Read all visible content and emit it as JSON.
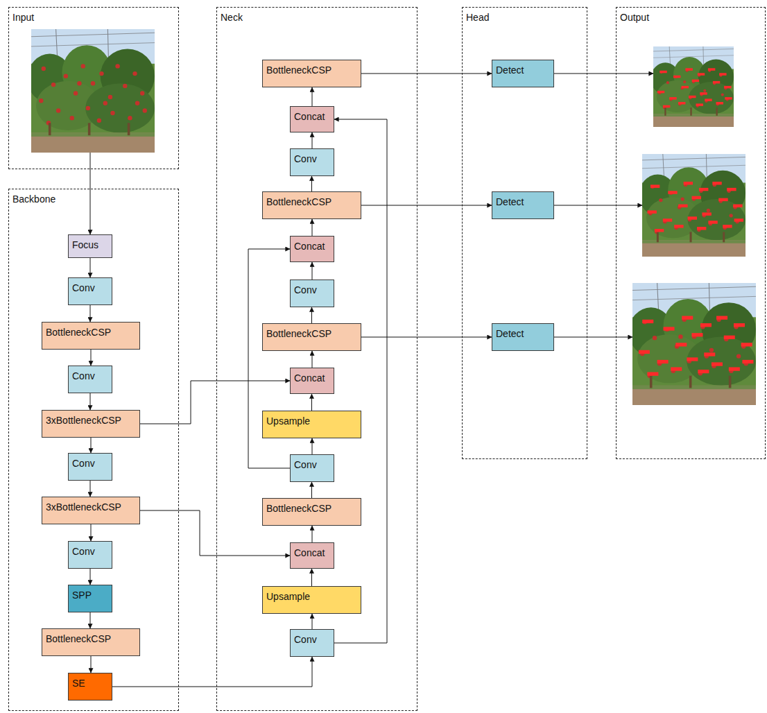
{
  "diagram": {
    "nodes": [
      {
        "text": [
          "Input"
        ]
      },
      {
        "text": [
          "Backbone"
        ]
      },
      {
        "text": [
          "Focus"
        ],
        "in": 1
      },
      {
        "text": [
          "Conv"
        ],
        "in": 1
      },
      {
        "text": [
          "BottleneckCSP"
        ],
        "in": 1
      },
      {
        "text": [
          "Conv"
        ],
        "in": 1
      },
      {
        "text": [
          "3xBottleneckCSP"
        ],
        "in": 1
      },
      {
        "text": [
          "Conv"
        ],
        "in": 1
      },
      {
        "text": [
          "3xBottleneckCSP"
        ],
        "in": 1
      },
      {
        "text": [
          "Conv"
        ],
        "in": 1
      },
      {
        "text": [
          "SPP"
        ],
        "in": 1
      },
      {
        "text": [
          "BottleneckCSP"
        ],
        "in": 1
      },
      {
        "text": [
          "SE"
        ],
        "in": 1
      },
      {
        "text": [
          "Neck"
        ]
      },
      {
        "text": [
          "BottleneckCSP"
        ],
        "in": 13
      },
      {
        "text": [
          "Concat"
        ],
        "in": 13
      },
      {
        "text": [
          "Conv"
        ],
        "in": 13
      },
      {
        "text": [
          "BottleneckCSP"
        ],
        "in": 13
      },
      {
        "text": [
          "Concat"
        ],
        "in": 13
      },
      {
        "text": [
          "Conv"
        ],
        "in": 13
      },
      {
        "text": [
          "BottleneckCSP"
        ],
        "in": 13
      },
      {
        "text": [
          "Concat"
        ],
        "in": 13
      },
      {
        "text": [
          "Upsample"
        ],
        "in": 13
      },
      {
        "text": [
          "Conv"
        ],
        "in": 13
      },
      {
        "text": [
          "BottleneckCSP"
        ],
        "in": 13
      },
      {
        "text": [
          "Concat"
        ],
        "in": 13
      },
      {
        "text": [
          "Upsample"
        ],
        "in": 13
      },
      {
        "text": [
          "Conv"
        ],
        "in": 13
      },
      {
        "text": [
          "Head"
        ]
      },
      {
        "text": [
          "Detect"
        ],
        "in": 28
      },
      {
        "text": [
          "Detect"
        ],
        "in": 28
      },
      {
        "text": [
          "Detect"
        ],
        "in": 28
      },
      {
        "text": [
          "Output"
        ]
      }
    ],
    "edges": [
      {
        "from": 0,
        "to": 2,
        "arrow": "to"
      },
      {
        "from": 2,
        "to": 3,
        "arrow": "to"
      },
      {
        "from": 3,
        "to": 4,
        "arrow": "to"
      },
      {
        "from": 4,
        "to": 5,
        "arrow": "to"
      },
      {
        "from": 5,
        "to": 6,
        "arrow": "to"
      },
      {
        "from": 6,
        "to": 7,
        "arrow": "to"
      },
      {
        "from": 7,
        "to": 8,
        "arrow": "to"
      },
      {
        "from": 8,
        "to": 9,
        "arrow": "to"
      },
      {
        "from": 9,
        "to": 10,
        "arrow": "to"
      },
      {
        "from": 10,
        "to": 11,
        "arrow": "to"
      },
      {
        "from": 11,
        "to": 12,
        "arrow": "to"
      },
      {
        "from": 12,
        "to": 27,
        "arrow": "to"
      },
      {
        "from": 27,
        "to": 26,
        "arrow": "to"
      },
      {
        "from": 26,
        "to": 25,
        "arrow": "to"
      },
      {
        "from": 8,
        "to": 25,
        "arrow": "to"
      },
      {
        "from": 25,
        "to": 24,
        "arrow": "to"
      },
      {
        "from": 24,
        "to": 23,
        "arrow": "to"
      },
      {
        "from": 23,
        "to": 22,
        "arrow": "to"
      },
      {
        "from": 22,
        "to": 21,
        "arrow": "to"
      },
      {
        "from": 6,
        "to": 21,
        "arrow": "to"
      },
      {
        "from": 21,
        "to": 20,
        "arrow": "to"
      },
      {
        "from": 20,
        "to": 19,
        "arrow": "to"
      },
      {
        "from": 19,
        "to": 18,
        "arrow": "to"
      },
      {
        "from": 23,
        "to": 18,
        "arrow": "to"
      },
      {
        "from": 18,
        "to": 17,
        "arrow": "to"
      },
      {
        "from": 17,
        "to": 16,
        "arrow": "to"
      },
      {
        "from": 16,
        "to": 15,
        "arrow": "to"
      },
      {
        "from": 27,
        "to": 15,
        "arrow": "to"
      },
      {
        "from": 15,
        "to": 14,
        "arrow": "to"
      },
      {
        "from": 14,
        "to": 29,
        "arrow": "to"
      },
      {
        "from": 17,
        "to": 30,
        "arrow": "to"
      },
      {
        "from": 20,
        "to": 31,
        "arrow": "to"
      },
      {
        "from": 29,
        "to": 32,
        "arrow": "to"
      },
      {
        "from": 30,
        "to": 32,
        "arrow": "to"
      },
      {
        "from": 31,
        "to": 32,
        "arrow": "to"
      }
    ]
  }
}
